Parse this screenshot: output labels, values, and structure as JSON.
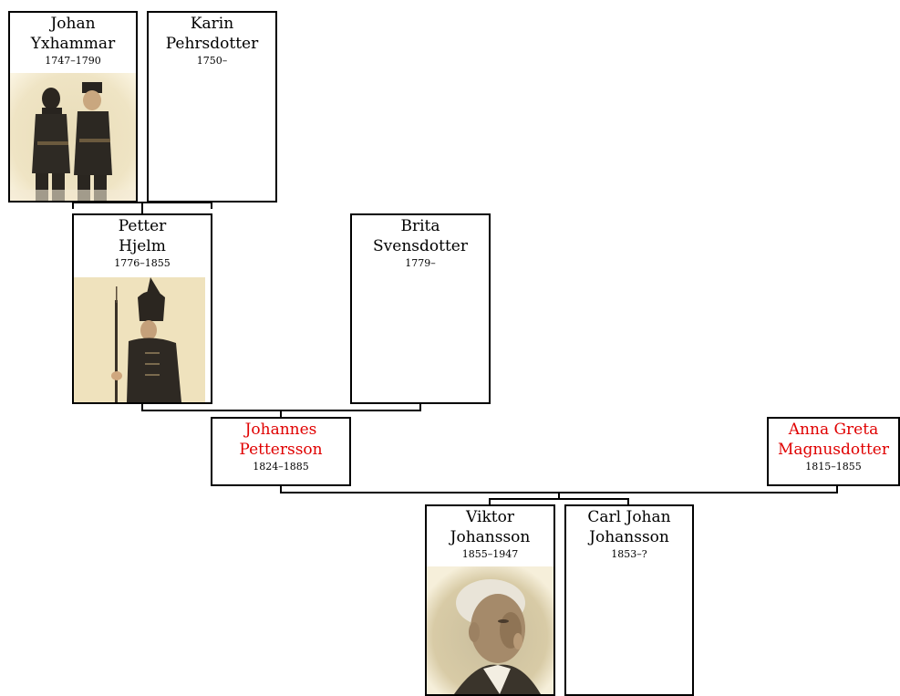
{
  "people": {
    "johan": {
      "first": "Johan",
      "last": "Yxhammar",
      "years": "1747–1790",
      "photo": "two-soldiers-photo"
    },
    "karin": {
      "first": "Karin",
      "last": "Pehrsdotter",
      "years": "1750–"
    },
    "petter": {
      "first": "Petter",
      "last": "Hjelm",
      "years": "1776–1855",
      "photo": "soldier-with-helmet-photo"
    },
    "brita": {
      "first": "Brita",
      "last": "Svensdotter",
      "years": "1779–"
    },
    "johannes": {
      "first": "Johannes",
      "last": "Pettersson",
      "years": "1824–1885",
      "color": "#e00000"
    },
    "anna": {
      "first": "Anna Greta",
      "last": "Magnusdotter",
      "years": "1815–1855",
      "color": "#e00000"
    },
    "viktor": {
      "first": "Viktor",
      "last": "Johansson",
      "years": "1855–1947",
      "photo": "elderly-man-portrait-photo"
    },
    "carl": {
      "first": "Carl Johan",
      "last": "Johansson",
      "years": "1853–?"
    }
  }
}
